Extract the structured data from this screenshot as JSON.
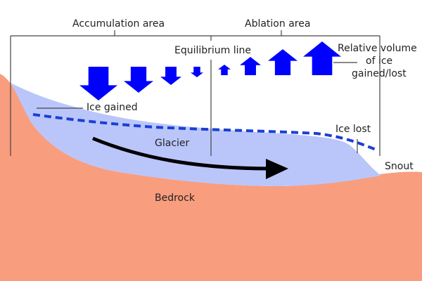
{
  "labels": {
    "accumulation_area": "Accumulation area",
    "ablation_area": "Ablation area",
    "equilibrium_line": "Equilibrium line",
    "relative_volume": [
      "Relative volume",
      "of ice",
      "gained/lost"
    ],
    "ice_gained": "Ice gained",
    "ice_lost": "Ice lost",
    "glacier": "Glacier",
    "snout": "Snout",
    "bedrock": "Bedrock"
  },
  "arrows": [
    {
      "direction": "down",
      "magnitude": 4
    },
    {
      "direction": "down",
      "magnitude": 3
    },
    {
      "direction": "down",
      "magnitude": 2
    },
    {
      "direction": "down",
      "magnitude": 1
    },
    {
      "direction": "up",
      "magnitude": 1
    },
    {
      "direction": "up",
      "magnitude": 2
    },
    {
      "direction": "up",
      "magnitude": 3
    },
    {
      "direction": "up",
      "magnitude": 4
    }
  ],
  "colors": {
    "bedrock": "#F99D7F",
    "glacier": "#BAC6FA",
    "arrow": "#0000FF",
    "dashed_line": "#1A3FD6",
    "flow_arrow": "#000000",
    "lines": "#444444"
  }
}
